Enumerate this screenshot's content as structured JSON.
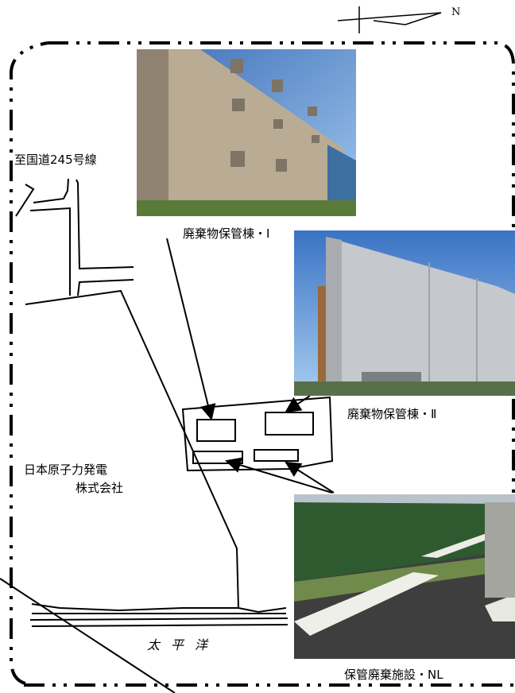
{
  "compass": {
    "north_label": "N"
  },
  "labels": {
    "route": "至国道245号線",
    "company_line1": "日本原子力発電",
    "company_line2": "株式会社",
    "ocean": "太平洋"
  },
  "facilities": [
    {
      "name": "廃棄物保管棟・Ⅰ",
      "photo_icon": "warehouse-1-photo"
    },
    {
      "name": "廃棄物保管棟・Ⅱ",
      "photo_icon": "warehouse-2-photo"
    },
    {
      "name": "保管廃棄施設・NL",
      "photo_icon": "storage-nl-photo"
    }
  ]
}
